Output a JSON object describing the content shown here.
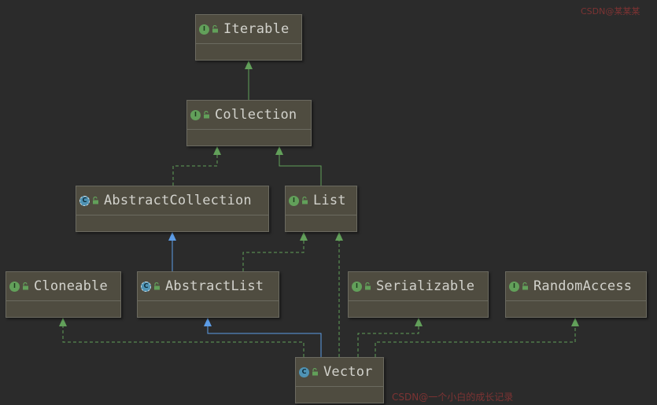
{
  "nodes": {
    "iterable": {
      "name": "Iterable",
      "kind": "interface",
      "kind_glyph": "I"
    },
    "collection": {
      "name": "Collection",
      "kind": "interface",
      "kind_glyph": "I"
    },
    "abstract_collection": {
      "name": "AbstractCollection",
      "kind": "abstract-class",
      "kind_glyph": "C"
    },
    "list": {
      "name": "List",
      "kind": "interface",
      "kind_glyph": "I"
    },
    "cloneable": {
      "name": "Cloneable",
      "kind": "interface",
      "kind_glyph": "I"
    },
    "abstract_list": {
      "name": "AbstractList",
      "kind": "abstract-class",
      "kind_glyph": "C"
    },
    "serializable": {
      "name": "Serializable",
      "kind": "interface",
      "kind_glyph": "I"
    },
    "random_access": {
      "name": "RandomAccess",
      "kind": "interface",
      "kind_glyph": "I"
    },
    "vector": {
      "name": "Vector",
      "kind": "class",
      "kind_glyph": "C"
    }
  },
  "edges": [
    {
      "from": "collection",
      "to": "iterable",
      "type": "extends"
    },
    {
      "from": "abstract_collection",
      "to": "collection",
      "type": "implements"
    },
    {
      "from": "list",
      "to": "collection",
      "type": "extends"
    },
    {
      "from": "abstract_list",
      "to": "abstract_collection",
      "type": "extends"
    },
    {
      "from": "abstract_list",
      "to": "list",
      "type": "implements"
    },
    {
      "from": "vector",
      "to": "abstract_list",
      "type": "extends"
    },
    {
      "from": "vector",
      "to": "list",
      "type": "implements"
    },
    {
      "from": "vector",
      "to": "cloneable",
      "type": "implements"
    },
    {
      "from": "vector",
      "to": "serializable",
      "type": "implements"
    },
    {
      "from": "vector",
      "to": "random_access",
      "type": "implements"
    }
  ],
  "colors": {
    "background": "#2b2b2b",
    "node_fill": "#4f4c40",
    "node_border": "#6b6a60",
    "interface_edge": "#62a05a",
    "class_edge": "#5c9ce6",
    "text": "#d2d2cc"
  },
  "icons": {
    "interface": "interface-icon",
    "class": "class-icon",
    "abstract_class": "abstract-class-icon",
    "visibility": "unlocked-icon"
  },
  "watermark": {
    "top_right": "CSDN@某某某",
    "bottom_right": "CSDN@一个小白的成长记录"
  }
}
